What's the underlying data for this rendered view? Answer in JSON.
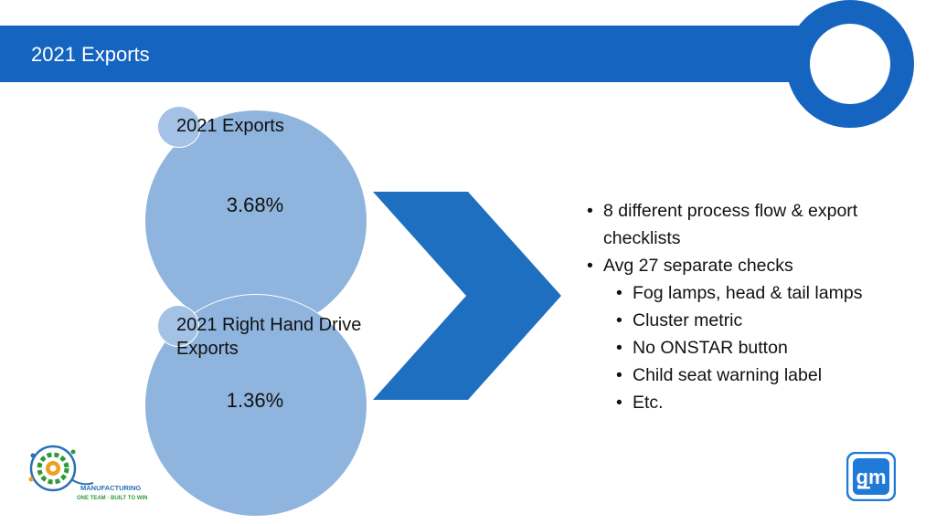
{
  "header": {
    "title": "2021 Exports"
  },
  "circles": [
    {
      "label": "2021 Exports",
      "value": "3.68%"
    },
    {
      "label": "2021 Right Hand Drive Exports",
      "value": "1.36%"
    }
  ],
  "bullets": [
    {
      "text": "8 different process flow & export checklists",
      "line1": "8 different process flow & export",
      "line2": "checklists"
    },
    {
      "text": "Avg 27 separate checks"
    }
  ],
  "sub_bullets": [
    "Fog lamps, head & tail lamps",
    "Cluster metric",
    "No ONSTAR button",
    "Child seat warning label",
    "Etc."
  ],
  "logos": {
    "manufacturing_line1": "MANUFACTURING",
    "manufacturing_line2": "ONE TEAM · BUILT TO WIN",
    "gm": "gm"
  },
  "colors": {
    "primary": "#1565c0",
    "circle": "#8fb4de",
    "background": "#ffffff"
  }
}
